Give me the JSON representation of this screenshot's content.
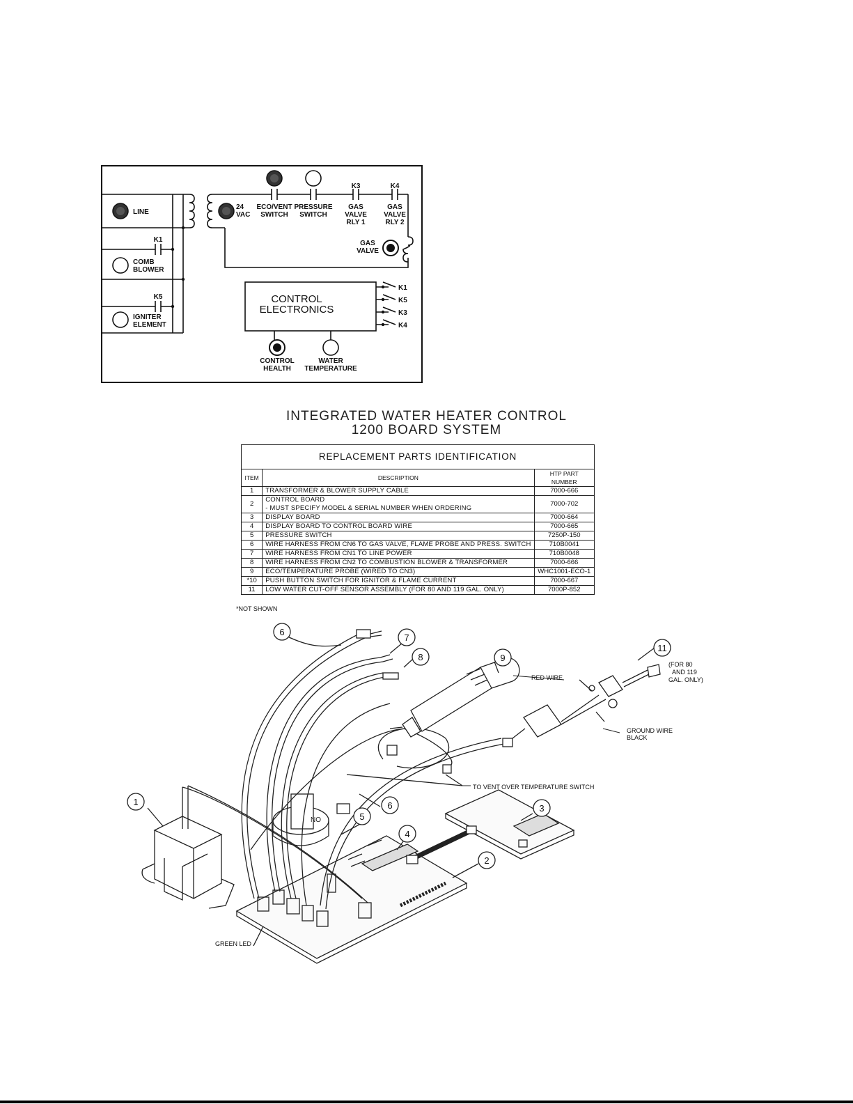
{
  "schematic": {
    "line": "LINE",
    "vac": [
      "24",
      "VAC"
    ],
    "eco_vent": [
      "ECO/VENT",
      "SWITCH"
    ],
    "pressure": [
      "PRESSURE",
      "SWITCH"
    ],
    "k3": "K3",
    "k4": "K4",
    "gas_valve_rly1": [
      "GAS",
      "VALVE",
      "RLY 1"
    ],
    "gas_valve_rly2": [
      "GAS",
      "VALVE",
      "RLY 2"
    ],
    "gas_valve": [
      "GAS",
      "VALVE"
    ],
    "k1": "K1",
    "k5": "K5",
    "comb_blower": [
      "COMB",
      "BLOWER"
    ],
    "igniter_element": [
      "IGNITER",
      "ELEMENT"
    ],
    "control_electronics": [
      "CONTROL",
      "ELECTRONICS"
    ],
    "relay_labels": [
      "K1",
      "K5",
      "K3",
      "K4"
    ],
    "control_health": [
      "CONTROL",
      "HEALTH"
    ],
    "water_temperature": [
      "WATER",
      "TEMPERATURE"
    ]
  },
  "titles": [
    "INTEGRATED WATER HEATER CONTROL",
    "1200 BOARD SYSTEM"
  ],
  "table": {
    "caption": "REPLACEMENT PARTS IDENTIFICATION",
    "headers": [
      "ITEM",
      "DESCRIPTION",
      "HTP PART NUMBER"
    ],
    "rows": [
      {
        "item": "1",
        "description": [
          "TRANSFORMER & BLOWER SUPPLY CABLE"
        ],
        "part": "7000-666"
      },
      {
        "item": "2",
        "description": [
          "CONTROL BOARD",
          "- MUST SPECIFY MODEL & SERIAL NUMBER WHEN ORDERING"
        ],
        "part": "7000-702"
      },
      {
        "item": "3",
        "description": [
          "DISPLAY BOARD"
        ],
        "part": "7000-664"
      },
      {
        "item": "4",
        "description": [
          "DISPLAY BOARD TO CONTROL BOARD WIRE"
        ],
        "part": "7000-665"
      },
      {
        "item": "5",
        "description": [
          "PRESSURE SWITCH"
        ],
        "part": "7250P-150"
      },
      {
        "item": "6",
        "description": [
          "WIRE HARNESS FROM CN6 TO GAS VALVE, FLAME PROBE AND PRESS. SWITCH"
        ],
        "part": "710B0041"
      },
      {
        "item": "7",
        "description": [
          "WIRE HARNESS FROM CN1 TO LINE POWER"
        ],
        "part": "710B0048"
      },
      {
        "item": "8",
        "description": [
          "WIRE HARNESS FROM CN2 TO COMBUSTION BLOWER & TRANSFORMER"
        ],
        "part": "7000-666"
      },
      {
        "item": "9",
        "description": [
          "ECO/TEMPERATURE PROBE (WIRED TO CN3)"
        ],
        "part": "WHC1001-ECO-1"
      },
      {
        "item": "*10",
        "description": [
          "PUSH BUTTON SWITCH FOR IGNITOR & FLAME CURRENT"
        ],
        "part": "7000-667"
      },
      {
        "item": "11",
        "description": [
          "LOW WATER CUT-OFF SENSOR ASSEMBLY (FOR 80 AND 119 GAL. ONLY)"
        ],
        "part": "7000P-852"
      }
    ]
  },
  "footnote": "*NOT SHOWN",
  "exploded": {
    "callouts": [
      "1",
      "2",
      "3",
      "4",
      "5",
      "6",
      "6",
      "7",
      "8",
      "9",
      "11"
    ],
    "red_wire": "RED WIRE",
    "ground_wire": [
      "GROUND WIRE",
      "BLACK"
    ],
    "for_80": [
      "(FOR 80",
      "AND 119",
      "GAL. ONLY)"
    ],
    "vent_switch": "TO VENT OVER TEMPERATURE SWITCH",
    "green_led": "GREEN LED"
  }
}
